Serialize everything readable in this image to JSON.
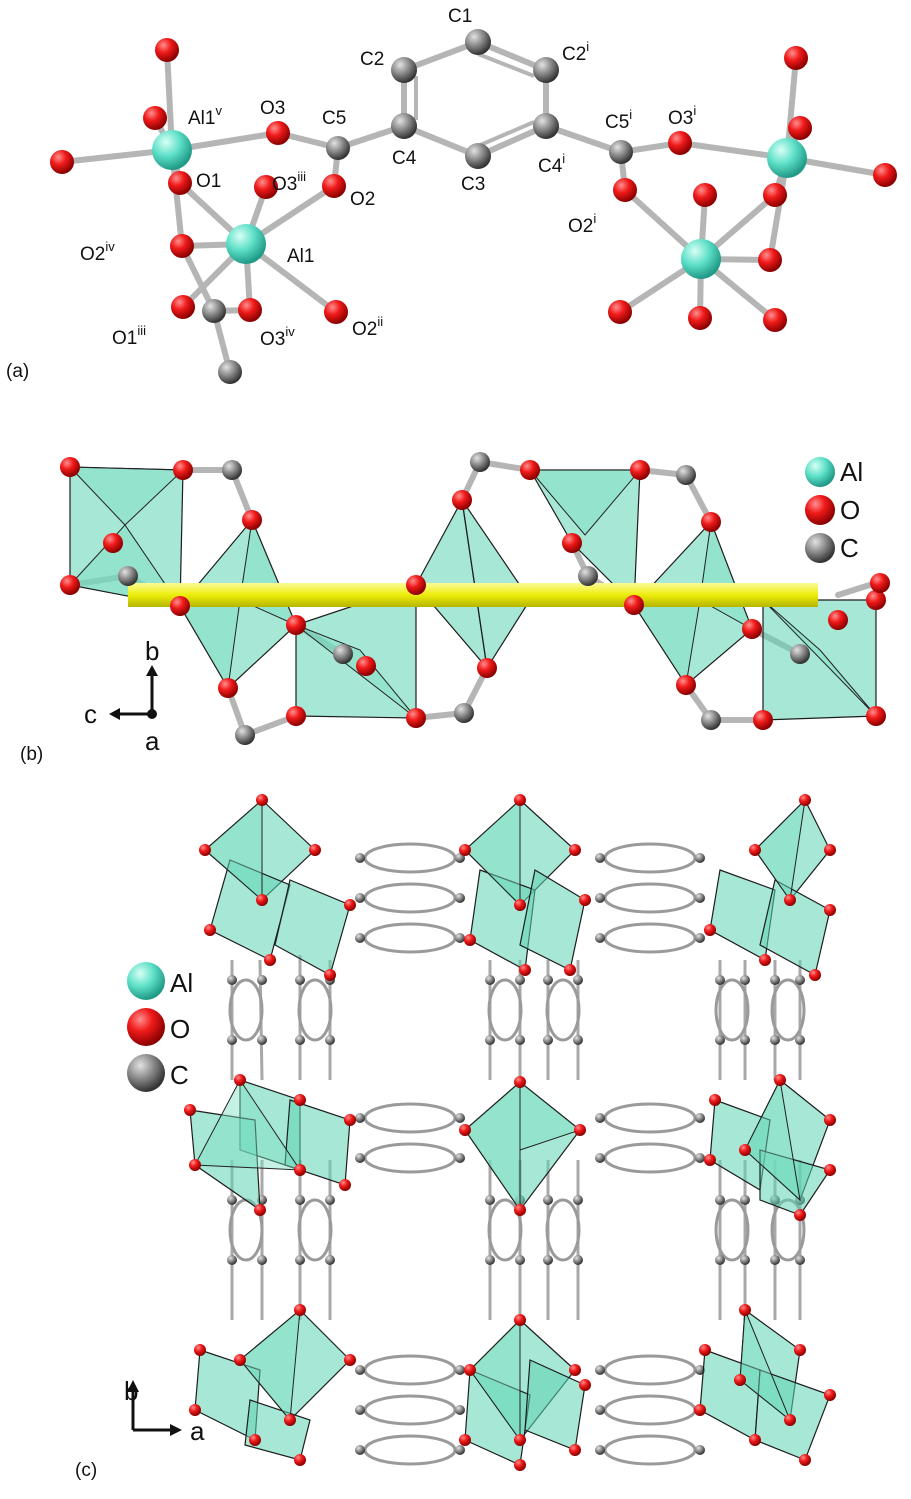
{
  "panels": {
    "a": "(a)",
    "b": "(b)",
    "c": "(c)"
  },
  "atoms_a": {
    "C1": "C1",
    "C2": "C2",
    "C2i": "C2",
    "C2i_sup": "i",
    "Al1v": "Al1",
    "Al1v_sup": "v",
    "O3": "O3",
    "C5": "C5",
    "C4": "C4",
    "C3": "C3",
    "C4i": "C4",
    "C4i_sup": "i",
    "C5i": "C5",
    "C5i_sup": "i",
    "O3i": "O3",
    "O3i_sup": "i",
    "O1": "O1",
    "O3iii": "O3",
    "O3iii_sup": "iii",
    "O2": "O2",
    "O2i": "O2",
    "O2i_sup": "i",
    "O2iv": "O2",
    "O2iv_sup": "iv",
    "Al1": "Al1",
    "O1iii": "O1",
    "O1iii_sup": "iii",
    "O3iv": "O3",
    "O3iv_sup": "iv",
    "O2ii": "O2",
    "O2ii_sup": "ii"
  },
  "legend": {
    "al": "Al",
    "o": "O",
    "c": "C"
  },
  "axes_b": {
    "up": "b",
    "left": "c",
    "dot": "a"
  },
  "axes_c": {
    "up": "b",
    "right": "a"
  },
  "colors": {
    "al": "#5fe0c8",
    "o": "#e8101a",
    "c": "#7d7d7d",
    "polyhedron": "#5fd3b4",
    "chain": "#f2f20a"
  }
}
